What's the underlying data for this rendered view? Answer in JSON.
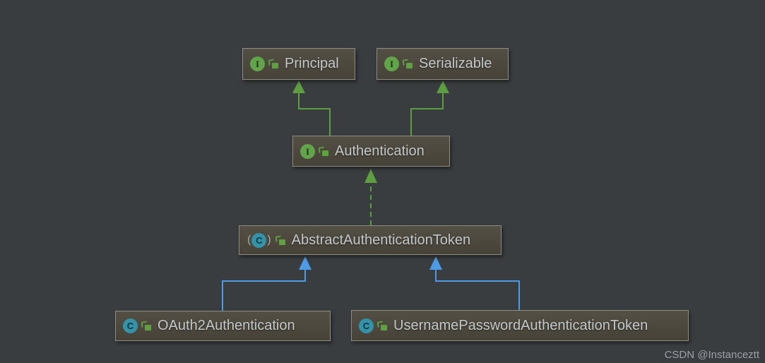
{
  "diagram": {
    "type": "uml-class-diagram",
    "nodes": [
      {
        "id": "principal",
        "label": "Principal",
        "kind": "interface",
        "icon": "interface-icon",
        "icon_letter": "I"
      },
      {
        "id": "serializable",
        "label": "Serializable",
        "kind": "interface",
        "icon": "interface-icon",
        "icon_letter": "I"
      },
      {
        "id": "authentication",
        "label": "Authentication",
        "kind": "interface",
        "icon": "interface-icon",
        "icon_letter": "I"
      },
      {
        "id": "abstract-authentication-token",
        "label": "AbstractAuthenticationToken",
        "kind": "abstract-class",
        "icon": "abstract-class-icon",
        "icon_letter": "C"
      },
      {
        "id": "oauth2-authentication",
        "label": "OAuth2Authentication",
        "kind": "class",
        "icon": "class-icon",
        "icon_letter": "C"
      },
      {
        "id": "username-password-authentication-token",
        "label": "UsernamePasswordAuthenticationToken",
        "kind": "class",
        "icon": "class-icon",
        "icon_letter": "C"
      }
    ],
    "abstract_markers": {
      "left": "(",
      "right": ")"
    },
    "edges": [
      {
        "from": "Authentication",
        "to": "Principal",
        "relation": "extends",
        "line": "solid",
        "color": "#5d9e41"
      },
      {
        "from": "Authentication",
        "to": "Serializable",
        "relation": "extends",
        "line": "solid",
        "color": "#5d9e41"
      },
      {
        "from": "AbstractAuthenticationToken",
        "to": "Authentication",
        "relation": "implements",
        "line": "dashed",
        "color": "#5d9e41"
      },
      {
        "from": "OAuth2Authentication",
        "to": "AbstractAuthenticationToken",
        "relation": "extends",
        "line": "solid",
        "color": "#4d9be6"
      },
      {
        "from": "UsernamePasswordAuthenticationToken",
        "to": "AbstractAuthenticationToken",
        "relation": "extends",
        "line": "solid",
        "color": "#4d9be6"
      }
    ]
  },
  "colors": {
    "background": "#3a3d40",
    "node_fill_top": "#544f45",
    "node_fill_bottom": "#474238",
    "node_border": "#8f8c83",
    "node_text": "#c3c8cb",
    "interface_icon_green": "#62a449",
    "class_icon_teal": "#3493a8",
    "lock_icon_green": "#5ca23f",
    "arrow_green": "#5d9e41",
    "arrow_blue": "#4d9be6",
    "watermark_text": "#9ba1a8"
  },
  "watermark": "CSDN @Instanceztt"
}
